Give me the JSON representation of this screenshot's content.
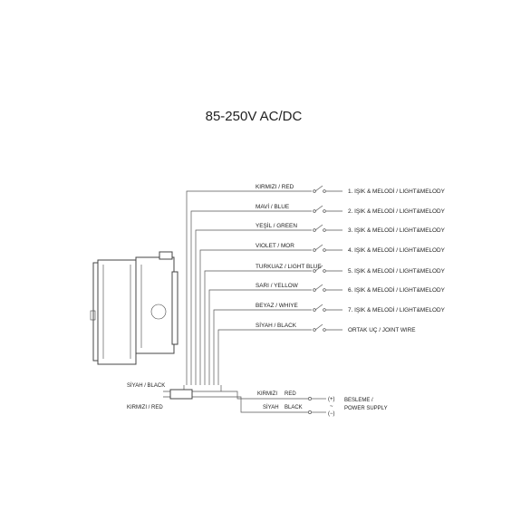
{
  "title": "85-250V AC/DC",
  "wires": [
    {
      "color_label": "KIRMIZI / RED",
      "output": "1. IŞIK & MELODİ / LIGHT&MELODY"
    },
    {
      "color_label": "MAVİ / BLUE",
      "output": "2. IŞIK & MELODİ / LIGHT&MELODY"
    },
    {
      "color_label": "YEŞİL / GREEN",
      "output": "3. IŞIK & MELODİ / LIGHT&MELODY"
    },
    {
      "color_label": "VIOLET / MOR",
      "output": "4. IŞIK & MELODİ / LIGHT&MELODY"
    },
    {
      "color_label": "TURKUAZ / LIGHT BLUE",
      "output": "5. IŞIK & MELODİ / LIGHT&MELODY"
    },
    {
      "color_label": "SARI / YELLOW",
      "output": "6. IŞIK & MELODİ / LIGHT&MELODY"
    },
    {
      "color_label": "BEYAZ / WHIYE",
      "output": "7. IŞIK & MELODİ / LIGHT&MELODY"
    },
    {
      "color_label": "SİYAH / BLACK",
      "output": "ORTAK UÇ / JOINT WIRE"
    }
  ],
  "supply": {
    "left_black": "SİYAH / BLACK",
    "left_red": "KIRMIZI / RED",
    "red_tr": "KIRMIZI",
    "red_en": "RED",
    "black_tr": "SİYAH",
    "black_en": "BLACK",
    "plus": "(+)",
    "minus": "(−)",
    "tilde": "~",
    "label_1": "BESLEME /",
    "label_2": "POWER SUPPLY"
  }
}
